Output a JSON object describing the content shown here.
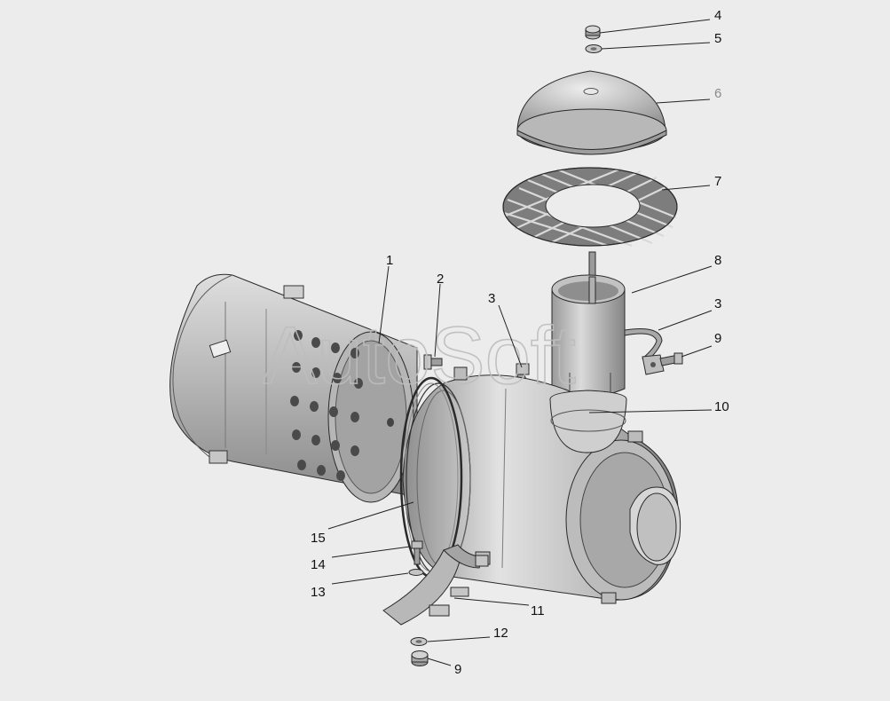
{
  "watermark": "AutoSoft",
  "callouts": [
    {
      "id": "c4",
      "label": "4"
    },
    {
      "id": "c5",
      "label": "5"
    },
    {
      "id": "c6",
      "label": "6"
    },
    {
      "id": "c7",
      "label": "7"
    },
    {
      "id": "c1",
      "label": "1"
    },
    {
      "id": "c2",
      "label": "2"
    },
    {
      "id": "c8",
      "label": "8"
    },
    {
      "id": "c3a",
      "label": "3"
    },
    {
      "id": "c3b",
      "label": "3"
    },
    {
      "id": "c9a",
      "label": "9"
    },
    {
      "id": "c10",
      "label": "10"
    },
    {
      "id": "c15",
      "label": "15"
    },
    {
      "id": "c14",
      "label": "14"
    },
    {
      "id": "c13",
      "label": "13"
    },
    {
      "id": "c11",
      "label": "11"
    },
    {
      "id": "c12",
      "label": "12"
    },
    {
      "id": "c9b",
      "label": "9"
    }
  ],
  "colors": {
    "background": "#ececec",
    "metal_light": "#d6d6d6",
    "metal_mid": "#a9a9a9",
    "metal_dark": "#6f6f6f",
    "outline": "#2a2a2a"
  }
}
